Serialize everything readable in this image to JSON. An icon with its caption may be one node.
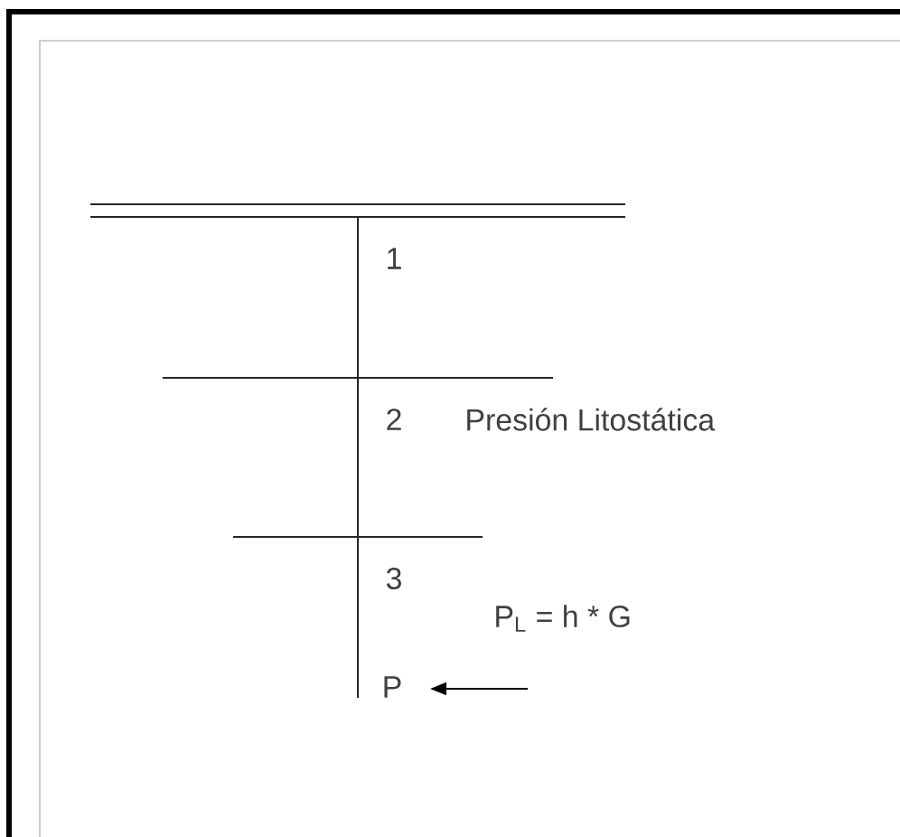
{
  "diagram": {
    "labels": [
      "1",
      "2",
      "Presión Litostática",
      "3",
      "P$_{L}$ = h * G",
      "P"
    ]
  }
}
